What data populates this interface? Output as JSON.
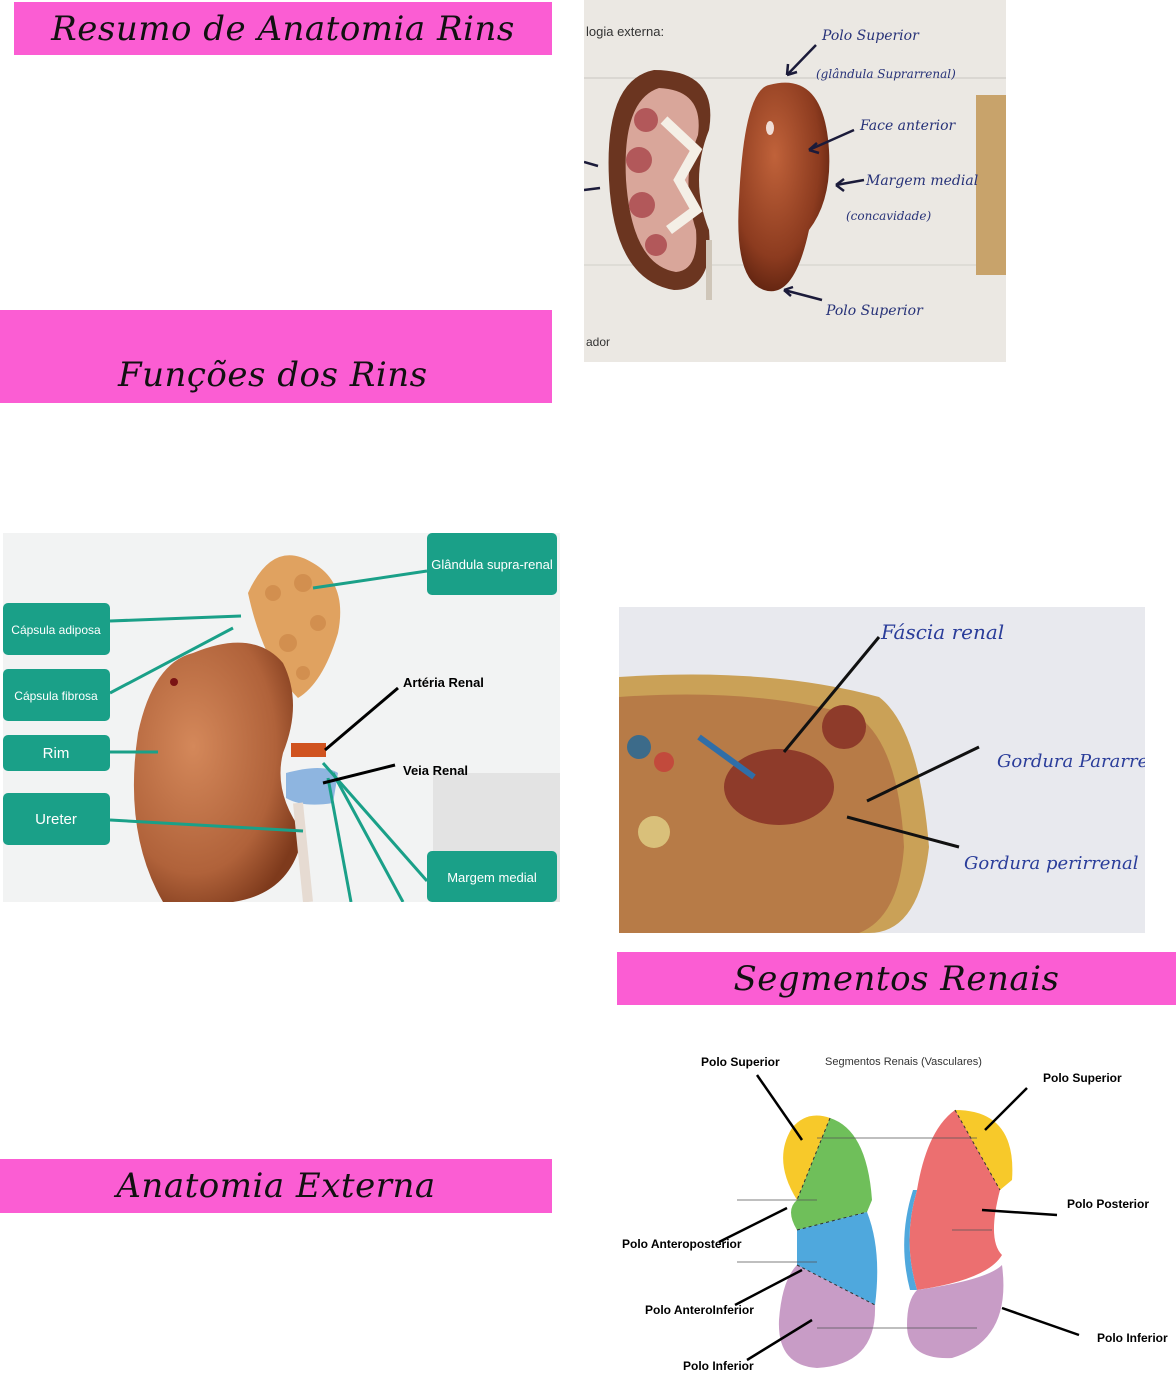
{
  "banners": {
    "title": "Resumo de Anatomia Rins",
    "funcoes": "Funções dos Rins",
    "anatomia_externa": "Anatomia Externa",
    "segmentos": "Segmentos Renais"
  },
  "photo1": {
    "header_text": "logia externa:",
    "footer_text": "ador",
    "labels": {
      "polo_superior": "Polo Superior",
      "glandula": "(glândula Suprarrenal)",
      "face_anterior": "Face anterior",
      "margem_medial": "Margem medial",
      "concavidade": "(concavidade)",
      "polo_bottom": "Polo Superior"
    }
  },
  "diagram1": {
    "labels": {
      "glandula": "Glândula supra-renal",
      "capsula_adiposa": "Cápsula adiposa",
      "capsula_fibrosa": "Cápsula fibrosa",
      "rim": "Rim",
      "ureter": "Ureter",
      "margem_medial": "Margem medial",
      "arteria_renal": "Artéria Renal",
      "veia_renal": "Veia Renal"
    }
  },
  "photo2": {
    "labels": {
      "fascia": "Fáscia renal",
      "gordura_para": "Gordura Pararrenal",
      "gordura_peri": "Gordura perirrenal"
    }
  },
  "segments": {
    "title": "Segmentos Renais (Vasculares)",
    "labels": {
      "polo_superior_left": "Polo Superior",
      "polo_superior_right": "Polo Superior",
      "polo_posterior": "Polo Posterior",
      "polo_anteroposterior": "Polo Anteroposterior",
      "polo_anteroinferior": "Polo AnteroInferior",
      "polo_inferior_left": "Polo Inferior",
      "polo_inferior_right": "Polo Inferior"
    },
    "colors": {
      "superior": "#f7c92a",
      "anterosuperior": "#6fbf5a",
      "anteroinferior": "#4fa8dd",
      "inferior": "#c89cc6",
      "posterior": "#ec6f70"
    }
  }
}
